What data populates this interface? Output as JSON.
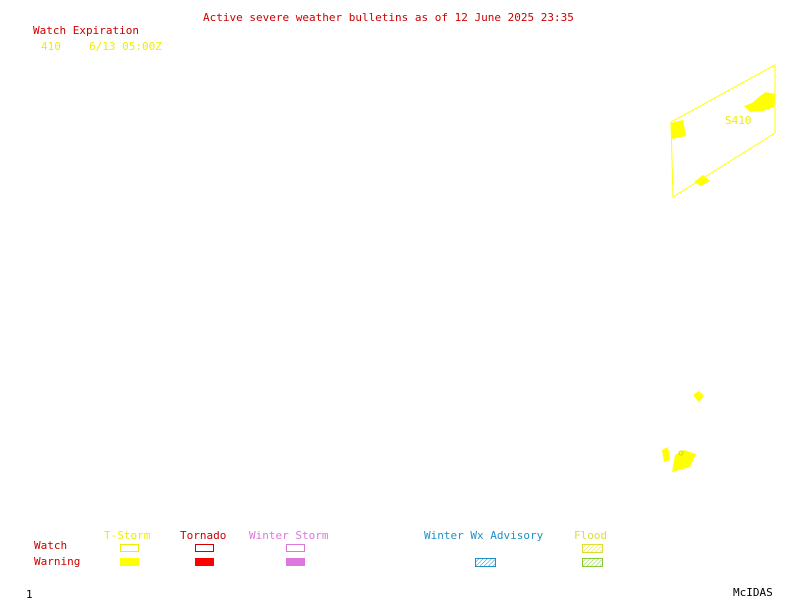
{
  "header": {
    "title": "Active severe weather bulletins as of 12 June 2025 23:35"
  },
  "watch_expiration": {
    "heading": "Watch Expiration",
    "entries": [
      {
        "number": "410",
        "expires": "6/13 05:00Z"
      }
    ]
  },
  "map": {
    "watch_label": "S410"
  },
  "legend": {
    "row_labels": {
      "watch": "Watch",
      "warning": "Warning"
    },
    "categories": [
      {
        "label": "T-Storm",
        "color": "#ffff00"
      },
      {
        "label": "Tornado",
        "color": "#ff0000"
      },
      {
        "label": "Winter Storm",
        "color": "#dd77dd"
      },
      {
        "label": "Winter Wx Advisory",
        "color": "#1e90c8"
      },
      {
        "label": "Flood",
        "color": "#88cc33"
      }
    ],
    "heading_colors": {
      "flood": "#dddd33",
      "label_red": "#cc0000"
    }
  },
  "footer": {
    "frame_number": "1",
    "brand": "McIDAS"
  },
  "colors": {
    "background": "#ffffff",
    "text_red": "#cc0000",
    "watch_yellow": "#ffff00",
    "expiry_yellow": "#eeee00"
  }
}
